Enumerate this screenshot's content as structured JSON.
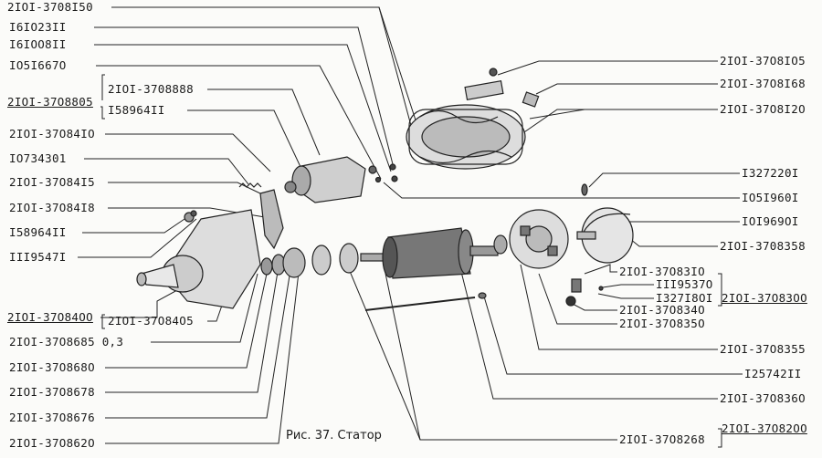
{
  "caption": "Рис. 37. Статор",
  "labels_left": [
    "2IOI-3708I50",
    "I6IO23II",
    "I6IOO8II",
    "IO5I667O",
    "2IOI-37O8805",
    "2IOI-3708888",
    "I58964II",
    "2IOI-37O84IO",
    "IO734301",
    "2IOI-37O84I5",
    "2IOI-37O84I8",
    "I58964II",
    "III9547I",
    "2IOI-37O84OO",
    "2IOI-37O84O5",
    "2IOI-37O8685 0,3",
    "2IOI-37O868O",
    "2IOI-37O8678",
    "2IOI-37O8676",
    "2IOI-37O862O"
  ],
  "labels_right": [
    "2IOI-37O8IO5",
    "2IOI-37O8I68",
    "2IOI-37O8I2O",
    "I327220I",
    "IO5I960I",
    "IOI969OI",
    "2IOI-3708358",
    "2IOI-37O83IO",
    "III9537O",
    "I327I8OI",
    "2IOI-37O83OO",
    "2IOI-37O834O",
    "2IOI-37O835O",
    "2IOI-37O8355",
    "I25742II",
    "2IOI-37O836O",
    "2IOI-37O8268",
    "2IOI-37O82OO"
  ]
}
